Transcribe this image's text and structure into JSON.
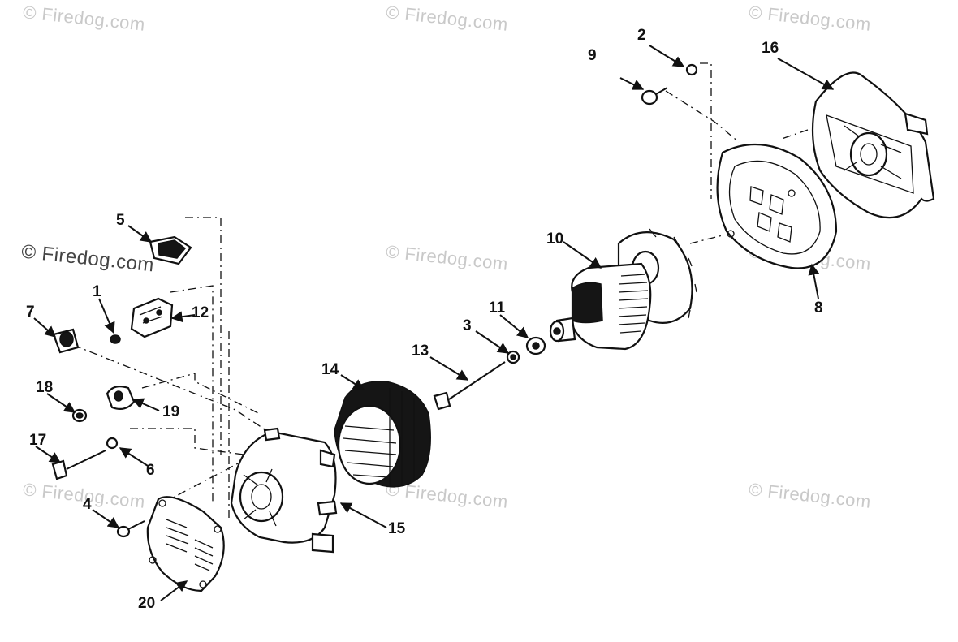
{
  "watermark_text": "© Firedog.com",
  "callouts": {
    "c1": "1",
    "c2": "2",
    "c3": "3",
    "c4": "4",
    "c5": "5",
    "c6": "6",
    "c7": "7",
    "c8": "8",
    "c9": "9",
    "c10": "10",
    "c11": "11",
    "c12": "12",
    "c13": "13",
    "c14": "14",
    "c15": "15",
    "c16": "16",
    "c17": "17",
    "c18": "18",
    "c19": "19",
    "c20": "20"
  }
}
